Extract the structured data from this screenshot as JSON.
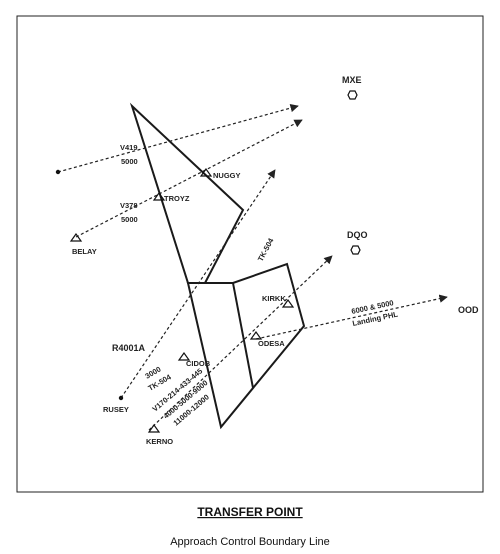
{
  "title": "TRANSFER POINT",
  "subtitle": "Approach Control Boundary Line",
  "fixes": {
    "mxe": "MXE",
    "dqo": "DQO",
    "ood": "OOD",
    "nuggy": "NUGGY",
    "troyz": "TROYZ",
    "belay": "BELAY",
    "kirkk": "KIRKK",
    "odesa": "ODESA",
    "cidob": "CIDOB",
    "rusey": "RUSEY",
    "kerno": "KERNO"
  },
  "airspace": {
    "r4001a": "R4001A"
  },
  "routes": {
    "v419": "V419",
    "v419_alt": "5000",
    "v378": "V378",
    "v378_alt": "5000",
    "tk504_upper": "TK-504",
    "rusey_alt": "3000",
    "tk504_lower": "TK-504",
    "v170_label": "V170-214-433-445",
    "v170_alts_1": "4000-5000-9000",
    "v170_alts_2": "11000-12000",
    "ood_alt": "6000 & 5000",
    "ood_note": "Landing PHL"
  }
}
